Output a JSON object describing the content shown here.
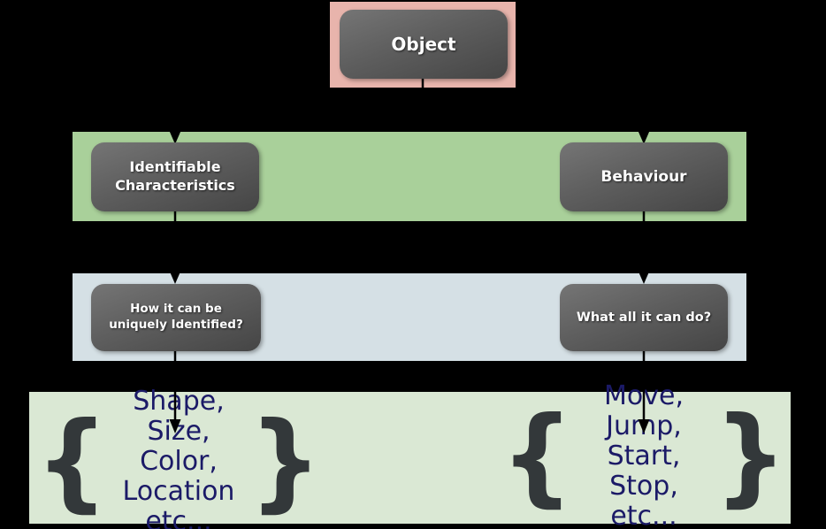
{
  "nodes": {
    "object": {
      "label": "Object"
    },
    "identifiable_characteristics": {
      "lines": [
        "Identifiable",
        "Characteristics"
      ]
    },
    "behaviour": {
      "label": "Behaviour"
    },
    "how_identified": {
      "lines": [
        "How it can be",
        "uniquely Identified?"
      ]
    },
    "what_can_do": {
      "label": "What all it can do?"
    }
  },
  "examples": {
    "characteristics": {
      "lines": [
        "Shape, Size,",
        "Color, Location",
        "etc..."
      ]
    },
    "behaviour": {
      "lines": [
        "Move, Jump,",
        "Start, Stop,",
        "etc..."
      ]
    }
  },
  "glyphs": {
    "brace_open": "{",
    "brace_close": "}"
  },
  "colors": {
    "background": "#000000",
    "root_panel": "#e8b4ac",
    "level2_band": "#a9d09a",
    "level3_band": "#d5e0e5",
    "level4_band": "#dae8d4",
    "node_fill_top": "#757575",
    "node_fill_bottom": "#454545",
    "node_text": "#ffffff",
    "example_text": "#1b1a67",
    "brace": "#33383a",
    "connector": "#000000"
  }
}
